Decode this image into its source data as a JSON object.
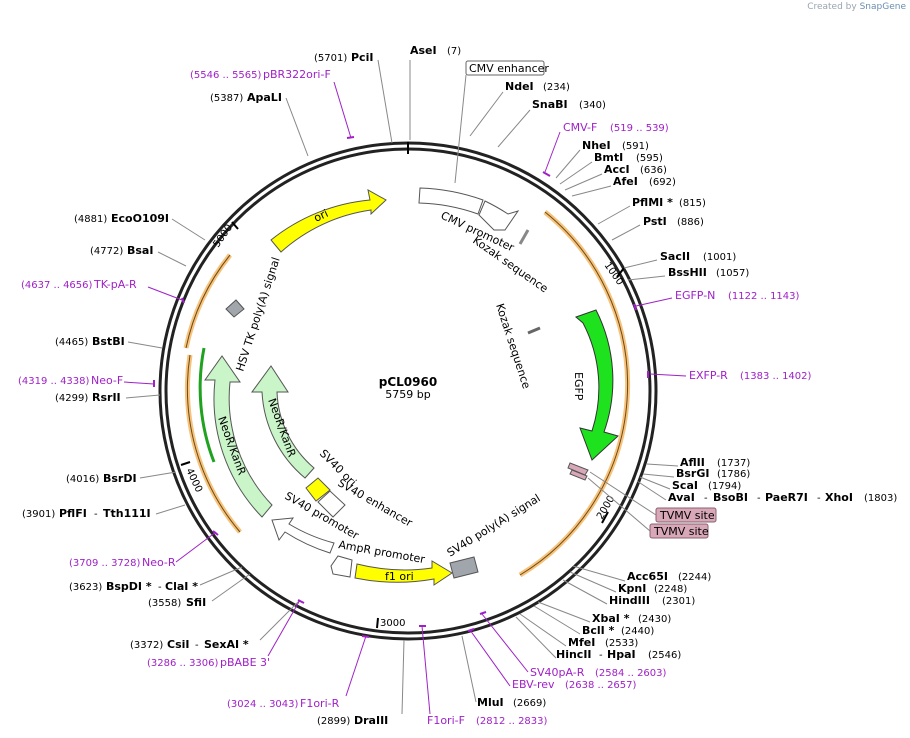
{
  "credit": {
    "prefix": "Created by",
    "brand": "SnapGene"
  },
  "plasmid": {
    "name": "pCL0960",
    "size_label": "5759 bp"
  },
  "colors": {
    "primer": "#a020c8",
    "egfp": "#1fe21f",
    "ori": "#ffff00",
    "neo": "#c9f5c9",
    "orf": "#f7c27a",
    "misc": "#a0a0a0",
    "tvmv": "#d8a8b8"
  },
  "ticks": [
    "1000",
    "2000",
    "3000",
    "4000",
    "5000"
  ],
  "features": [
    {
      "label": "CMV enhancer"
    },
    {
      "label": "CMV promoter"
    },
    {
      "label": "Kozak sequence"
    },
    {
      "label": "Kozak sequence"
    },
    {
      "label": "EGFP"
    },
    {
      "label": "TVMV site"
    },
    {
      "label": "TVMV site"
    },
    {
      "label": "SV40 poly(A) signal"
    },
    {
      "label": "f1 ori"
    },
    {
      "label": "AmpR promoter"
    },
    {
      "label": "SV40 promoter"
    },
    {
      "label": "SV40 enhancer"
    },
    {
      "label": "SV40 ori"
    },
    {
      "label": "NeoR/KanR"
    },
    {
      "label": "NeoR/KanR"
    },
    {
      "label": "HSV TK poly(A) signal"
    },
    {
      "label": "ori"
    }
  ],
  "sites": [
    {
      "name": "AseI",
      "pos": "(7)"
    },
    {
      "name": "NdeI",
      "pos": "(234)"
    },
    {
      "name": "SnaBI",
      "pos": "(340)"
    },
    {
      "name": "NheI",
      "pos": "(591)"
    },
    {
      "name": "BmtI",
      "pos": "(595)"
    },
    {
      "name": "AccI",
      "pos": "(636)"
    },
    {
      "name": "AfeI",
      "pos": "(692)"
    },
    {
      "name": "PflMI *",
      "pos": "(815)"
    },
    {
      "name": "PstI",
      "pos": "(886)"
    },
    {
      "name": "SacII",
      "pos": "(1001)"
    },
    {
      "name": "BssHII",
      "pos": "(1057)"
    },
    {
      "name": "AflII",
      "pos": "(1737)"
    },
    {
      "name": "BsrGI",
      "pos": "(1786)"
    },
    {
      "name": "ScaI",
      "pos": "(1794)"
    },
    {
      "name": "AvaI",
      "extra": [
        "BsoBI",
        "PaeR7I",
        "XhoI"
      ],
      "pos": "(1803)"
    },
    {
      "name": "Acc65I",
      "pos": "(2244)"
    },
    {
      "name": "KpnI",
      "pos": "(2248)"
    },
    {
      "name": "HindIII",
      "pos": "(2301)"
    },
    {
      "name": "XbaI *",
      "pos": "(2430)"
    },
    {
      "name": "BclI *",
      "pos": "(2440)"
    },
    {
      "name": "MfeI",
      "pos": "(2533)"
    },
    {
      "name": "HincII",
      "extra": [
        "HpaI"
      ],
      "pos": "(2546)"
    },
    {
      "name": "MluI",
      "pos": "(2669)"
    },
    {
      "name": "DraIII",
      "pos": "(2899)"
    },
    {
      "name": "CsiI",
      "extra": [
        "SexAI *"
      ],
      "pos": "(3372)"
    },
    {
      "name": "SfiI",
      "pos": "(3558)"
    },
    {
      "name": "BspDI *",
      "extra": [
        "ClaI *"
      ],
      "pos": "(3623)"
    },
    {
      "name": "PflFI",
      "extra": [
        "Tth111I"
      ],
      "pos": "(3901)"
    },
    {
      "name": "BsrDI",
      "pos": "(4016)"
    },
    {
      "name": "RsrII",
      "pos": "(4299)"
    },
    {
      "name": "BstBI",
      "pos": "(4465)"
    },
    {
      "name": "BsaI",
      "pos": "(4772)"
    },
    {
      "name": "EcoO109I",
      "pos": "(4881)"
    },
    {
      "name": "ApaLI",
      "pos": "(5387)"
    },
    {
      "name": "PciI",
      "pos": "(5701)"
    }
  ],
  "primers": [
    {
      "name": "CMV-F",
      "pos": "(519 .. 539)"
    },
    {
      "name": "EGFP-N",
      "pos": "(1122 .. 1143)"
    },
    {
      "name": "EXFP-R",
      "pos": "(1383 .. 1402)"
    },
    {
      "name": "SV40pA-R",
      "pos": "(2584 .. 2603)"
    },
    {
      "name": "EBV-rev",
      "pos": "(2638 .. 2657)"
    },
    {
      "name": "F1ori-F",
      "pos": "(2812 .. 2833)"
    },
    {
      "name": "F1ori-R",
      "pos": "(3024 .. 3043)"
    },
    {
      "name": "pBABE 3'",
      "pos": "(3286 .. 3306)"
    },
    {
      "name": "Neo-R",
      "pos": "(3709 .. 3728)"
    },
    {
      "name": "Neo-F",
      "pos": "(4319 .. 4338)"
    },
    {
      "name": "TK-pA-R",
      "pos": "(4637 .. 4656)"
    },
    {
      "name": "pBR322ori-F",
      "pos": "(5546 .. 5565)"
    }
  ]
}
